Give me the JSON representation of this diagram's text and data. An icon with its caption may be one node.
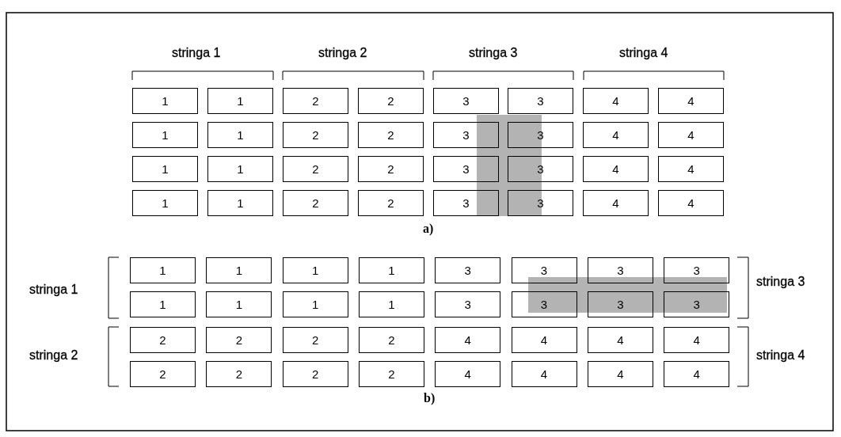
{
  "diagram": {
    "nodes": [
      {
        "text": [
          "1"
        ]
      },
      {
        "text": [
          "1"
        ]
      },
      {
        "text": [
          "2"
        ]
      },
      {
        "text": [
          "2"
        ]
      },
      {
        "text": [
          "3"
        ]
      },
      {
        "text": [
          "3"
        ]
      },
      {
        "text": [
          "4"
        ]
      },
      {
        "text": [
          "4"
        ]
      },
      {
        "text": [
          "1"
        ]
      },
      {
        "text": [
          "1"
        ]
      },
      {
        "text": [
          "2"
        ]
      },
      {
        "text": [
          "2"
        ]
      },
      {
        "text": [
          "3"
        ]
      },
      {
        "text": [
          "3"
        ]
      },
      {
        "text": [
          "4"
        ]
      },
      {
        "text": [
          "4"
        ]
      },
      {
        "text": [
          "1"
        ]
      },
      {
        "text": [
          "1"
        ]
      },
      {
        "text": [
          "2"
        ]
      },
      {
        "text": [
          "2"
        ]
      },
      {
        "text": [
          "3"
        ]
      },
      {
        "text": [
          "3"
        ]
      },
      {
        "text": [
          "4"
        ]
      },
      {
        "text": [
          "4"
        ]
      },
      {
        "text": [
          "1"
        ]
      },
      {
        "text": [
          "1"
        ]
      },
      {
        "text": [
          "2"
        ]
      },
      {
        "text": [
          "2"
        ]
      },
      {
        "text": [
          "3"
        ]
      },
      {
        "text": [
          "3"
        ]
      },
      {
        "text": [
          "4"
        ]
      },
      {
        "text": [
          "4"
        ]
      },
      {
        "text": [
          "1"
        ]
      },
      {
        "text": [
          "1"
        ]
      },
      {
        "text": [
          "1"
        ]
      },
      {
        "text": [
          "1"
        ]
      },
      {
        "text": [
          "3"
        ]
      },
      {
        "text": [
          "3"
        ]
      },
      {
        "text": [
          "3"
        ]
      },
      {
        "text": [
          "3"
        ]
      },
      {
        "text": [
          "1"
        ]
      },
      {
        "text": [
          "1"
        ]
      },
      {
        "text": [
          "1"
        ]
      },
      {
        "text": [
          "1"
        ]
      },
      {
        "text": [
          "3"
        ]
      },
      {
        "text": [
          "3"
        ]
      },
      {
        "text": [
          "3"
        ]
      },
      {
        "text": [
          "3"
        ]
      },
      {
        "text": [
          "2"
        ]
      },
      {
        "text": [
          "2"
        ]
      },
      {
        "text": [
          "2"
        ]
      },
      {
        "text": [
          "2"
        ]
      },
      {
        "text": [
          "4"
        ]
      },
      {
        "text": [
          "4"
        ]
      },
      {
        "text": [
          "4"
        ]
      },
      {
        "text": [
          "4"
        ]
      },
      {
        "text": [
          "2"
        ]
      },
      {
        "text": [
          "2"
        ]
      },
      {
        "text": [
          "2"
        ]
      },
      {
        "text": [
          "2"
        ]
      },
      {
        "text": [
          "4"
        ]
      },
      {
        "text": [
          "4"
        ]
      },
      {
        "text": [
          "4"
        ]
      },
      {
        "text": [
          "4"
        ]
      },
      {
        "text": [],
        "shape": "box"
      },
      {
        "text": [],
        "shape": "box"
      }
    ],
    "labels": [
      "stringa 1",
      "stringa 2",
      "stringa 3",
      "stringa 4",
      "a)",
      "stringa 1",
      "stringa 3",
      "stringa 2",
      "stringa 4",
      "b)"
    ]
  }
}
